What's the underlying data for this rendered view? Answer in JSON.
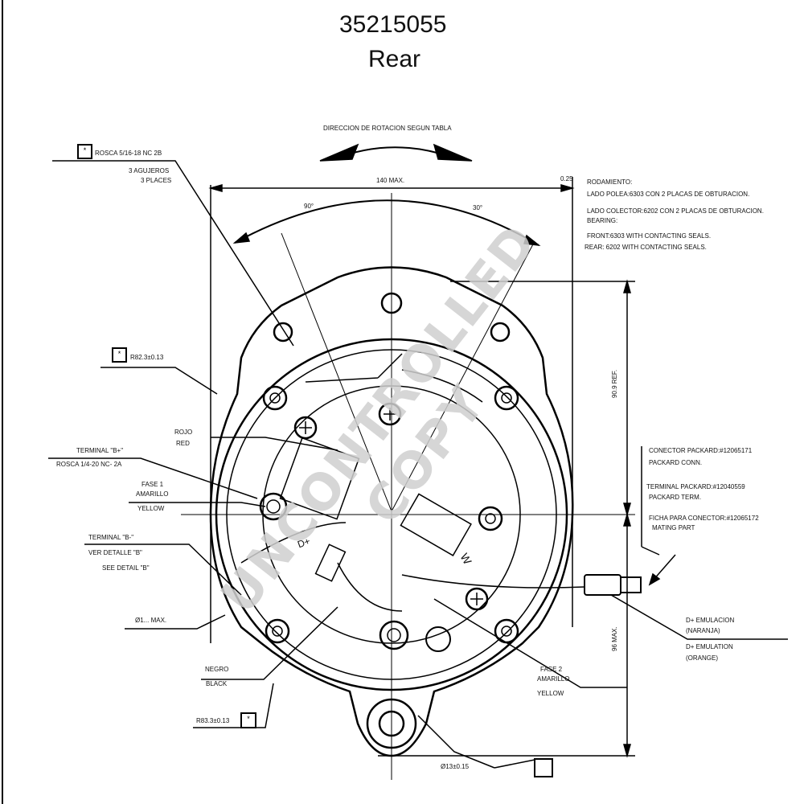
{
  "header": {
    "part_number": "35215055",
    "view": "Rear"
  },
  "watermark": "UNCONTROLLED COPY",
  "labels": {
    "rotation": "DIRECCION DE ROTACION SEGUN TABLA",
    "max_width": "140 MAX.",
    "offset": "0.25",
    "angle_left": "90°",
    "angle_right": "30°",
    "bearing_es_title": "RODAMIENTO:",
    "bearing_es_front": "LADO POLEA:6303 CON 2 PLACAS DE OBTURACION.",
    "bearing_es_rear": "LADO COLECTOR:6202 CON 2 PLACAS DE OBTURACION.",
    "bearing_en_title": "BEARING:",
    "bearing_en_front": "FRONT:6303 WITH CONTACTING SEALS.",
    "bearing_en_rear": "REAR: 6202 WITH CONTACTING SEALS.",
    "thread_marker": "*",
    "thread": "ROSCA 5/16-18 NC 2B",
    "holes_es": "3 AGUJEROS",
    "holes_en": "3 PLACES",
    "radius_marker": "*",
    "radius1": "R82.3±0.13",
    "red_es": "ROJO",
    "red_en": "RED",
    "term_b_plus": "TERMINAL \"B+\"",
    "term_b_plus_thread": "ROSCA 1/4-20 NC- 2A",
    "phase1": "FASE 1",
    "phase1_es": "AMARILLO",
    "phase1_en": "YELLOW",
    "term_b_minus": "TERMINAL \"B-\"",
    "detail_es": "VER DETALLE \"B\"",
    "detail_en": "SEE DETAIL \"B\"",
    "dia_max": "Ø1... MAX.",
    "black_es": "NEGRO",
    "black_en": "BLACK",
    "radius2": "R83.3±0.13",
    "radius2_marker": "*",
    "dia_bottom": "Ø13±0.15",
    "height_ref": "90.9 REF.",
    "height_max": "96 MAX.",
    "connector_es": "CONECTOR PACKARD:#12065171",
    "connector_en": "PACKARD CONN.",
    "terminal_es": "TERMINAL PACKARD:#12040559",
    "terminal_en": "PACKARD TERM.",
    "mating_es": "FICHA PARA CONECTOR:#12065172",
    "mating_en": "MATING PART",
    "dplus_es": "D+ EMULACION",
    "dplus_es_color": "(NARANJA)",
    "dplus_en": "D+ EMULATION",
    "dplus_en_color": "(ORANGE)",
    "phase2": "FASE 2",
    "phase2_es": "AMARILLO",
    "phase2_en": "YELLOW",
    "d_mark": "D+",
    "w_mark": "W"
  }
}
